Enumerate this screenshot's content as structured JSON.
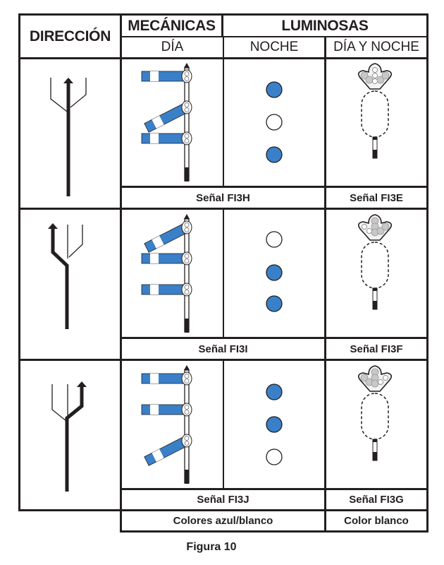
{
  "header": {
    "direccion": "DIRECCIÓN",
    "mecanicas": "MECÁNICAS",
    "luminosas": "LUMINOSAS",
    "dia": "DÍA",
    "noche": "NOCHE",
    "dia_y_noche": "DÍA Y NOCHE"
  },
  "colors": {
    "blue": "#3a80c9",
    "grey_light": "#c8c8c8",
    "ink": "#231f20"
  },
  "rows": [
    {
      "direction": "straight",
      "semaphore_arms": [
        "horizontal",
        "inclined",
        "horizontal"
      ],
      "night_lights": [
        "blue",
        "white",
        "blue"
      ],
      "mechanical_label": "Señal FI3H",
      "luminous_label": "Señal FI3E",
      "luminous_lit": "center"
    },
    {
      "direction": "left",
      "semaphore_arms": [
        "inclined",
        "horizontal",
        "horizontal"
      ],
      "night_lights": [
        "white",
        "blue",
        "blue"
      ],
      "mechanical_label": "Señal FI3I",
      "luminous_label": "Señal FI3F",
      "luminous_lit": "left"
    },
    {
      "direction": "right",
      "semaphore_arms": [
        "horizontal",
        "horizontal",
        "inclined"
      ],
      "night_lights": [
        "blue",
        "blue",
        "white"
      ],
      "mechanical_label": "Señal FI3J",
      "luminous_label": "Señal FI3G",
      "luminous_lit": "right"
    }
  ],
  "footer": {
    "mechanical_colors": "Colores azul/blanco",
    "luminous_colors": "Color blanco"
  },
  "caption": "Figura 10"
}
